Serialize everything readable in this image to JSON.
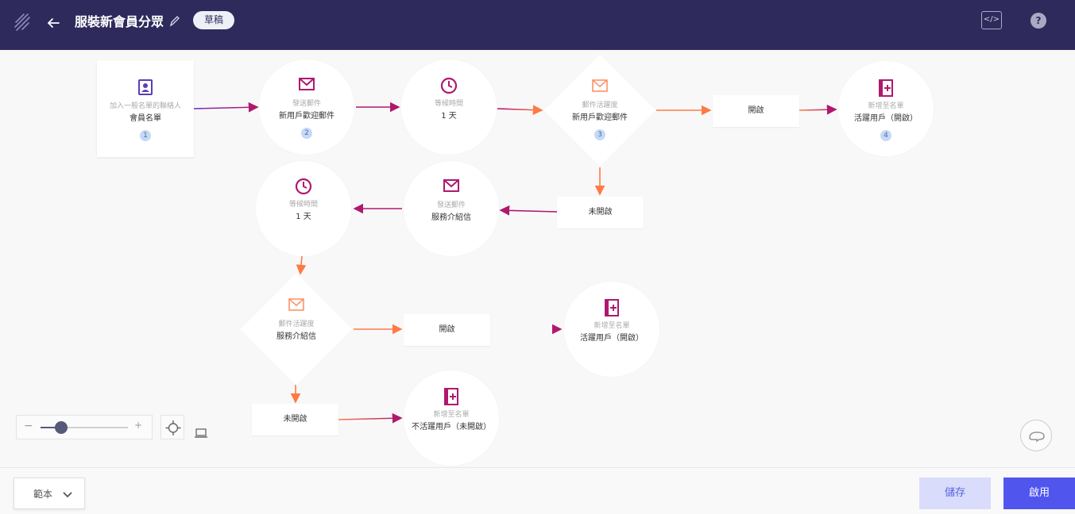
{
  "header": {
    "title": "服裝新會員分眾",
    "status": "草稿",
    "code_button": "</>",
    "help_button": "?"
  },
  "flow": {
    "nodes": [
      {
        "type": "加入一般名單的聯絡人",
        "name": "會員名單",
        "num": "1"
      },
      {
        "type": "發送郵件",
        "name": "新用戶歡迎郵件",
        "num": "2"
      },
      {
        "type": "等候時間",
        "name": "1 天"
      },
      {
        "type": "郵件活躍度",
        "name": "新用戶歡迎郵件",
        "num": "3"
      },
      {
        "type": "新增至名單",
        "name": "活躍用戶（開啟）",
        "num": "4"
      },
      {
        "type": "發送郵件",
        "name": "服務介紹信"
      },
      {
        "type": "等候時間",
        "name": "1 天"
      },
      {
        "type": "郵件活躍度",
        "name": "服務介紹信"
      },
      {
        "type": "新增至名單",
        "name": "活躍用戶（開啟）"
      },
      {
        "type": "新增至名單",
        "name": "不活躍用戶（未開啟）"
      }
    ],
    "branches": {
      "b1_open": "開啟",
      "b1_unopen": "未開啟",
      "b2_open": "開啟",
      "b2_unopen": "未開啟"
    }
  },
  "zoom": {
    "minus": "−",
    "plus": "+",
    "level": 0.24
  },
  "footer": {
    "template_label": "範本",
    "save": "儲存",
    "enable": "啟用"
  },
  "colors": {
    "header_bg": "#2e2a5c",
    "purple": "#7b2fb5",
    "magenta": "#b0186e",
    "orange": "#ff7a45",
    "primary_button": "#5055ee"
  }
}
